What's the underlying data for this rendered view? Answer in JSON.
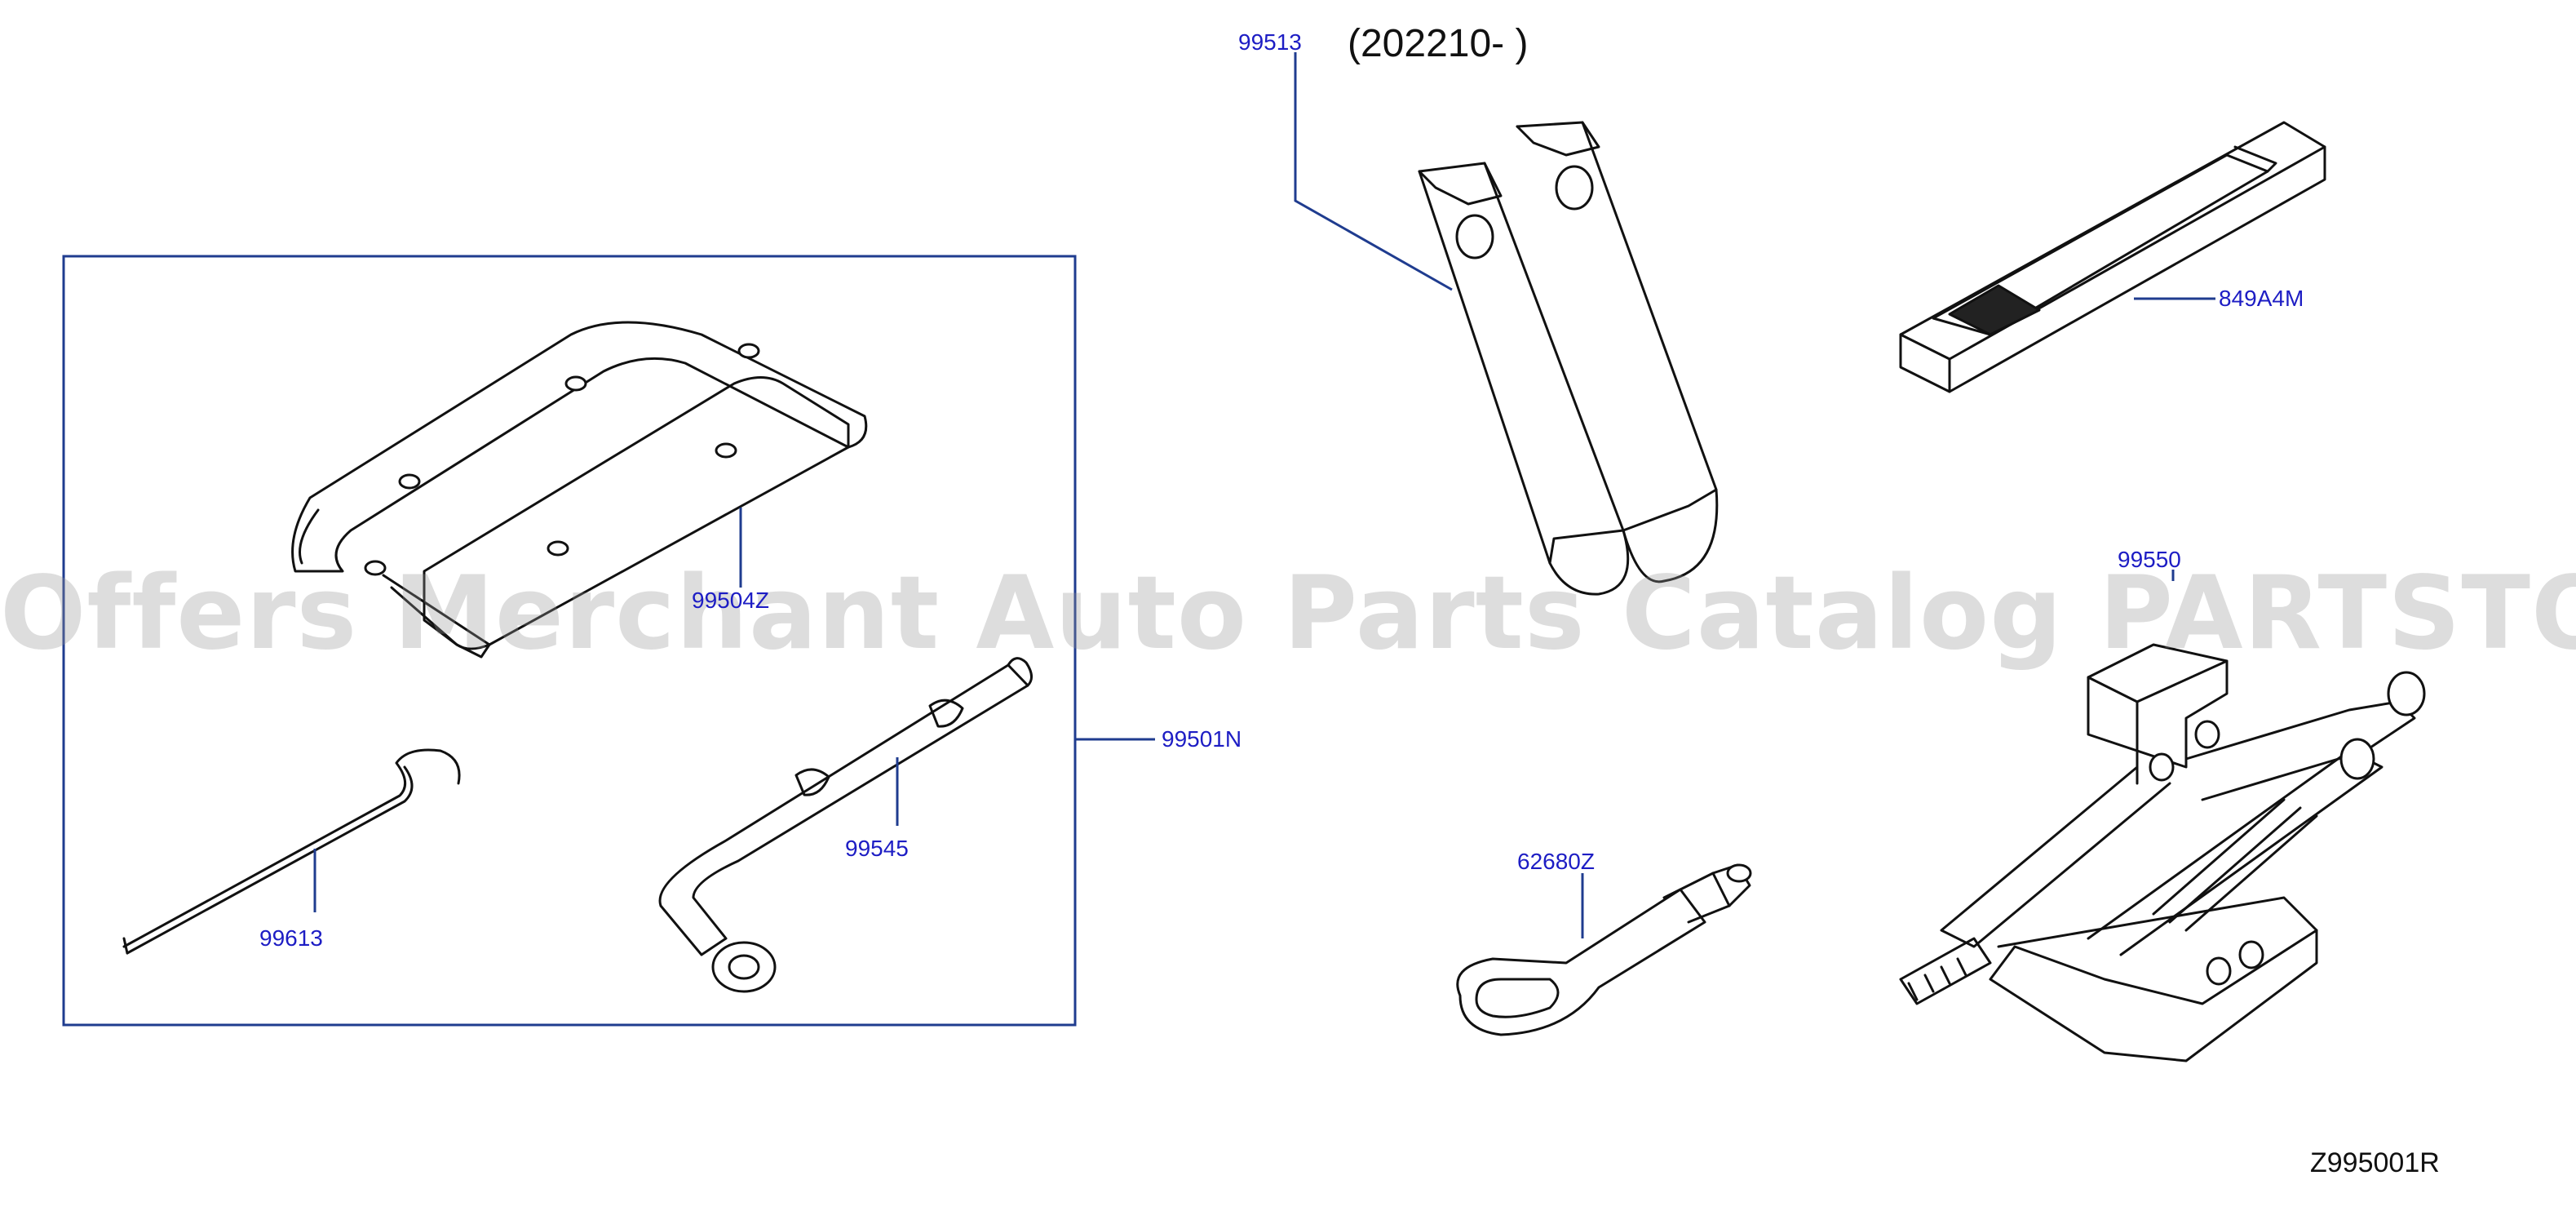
{
  "diagram": {
    "date_note": "(202210-        )",
    "drawing_code": "Z995001R",
    "watermark": "Offers Merchant Auto Parts Catalog PARTSTORE.SA",
    "parts": [
      {
        "id": "p99513",
        "number": "99513"
      },
      {
        "id": "p849A4M",
        "number": "849A4M"
      },
      {
        "id": "p99501N",
        "number": "99501N"
      },
      {
        "id": "p99504Z",
        "number": "99504Z"
      },
      {
        "id": "p99545",
        "number": "99545"
      },
      {
        "id": "p99613",
        "number": "99613"
      },
      {
        "id": "p62680Z",
        "number": "62680Z"
      },
      {
        "id": "p99550",
        "number": "99550"
      }
    ]
  }
}
